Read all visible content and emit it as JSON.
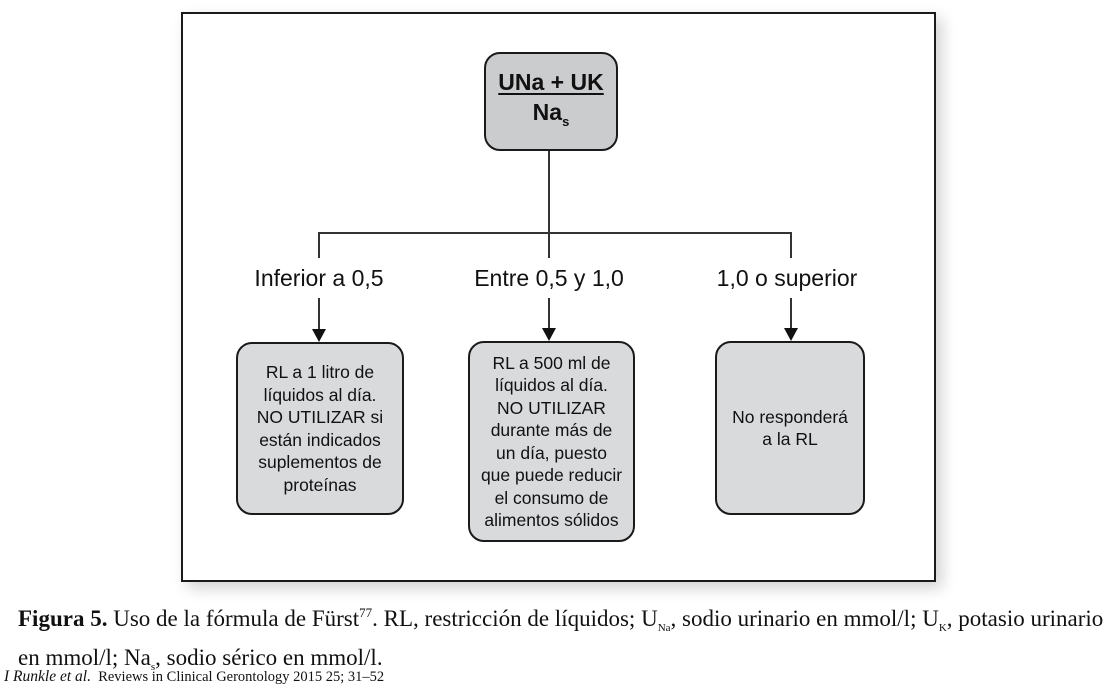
{
  "figure": {
    "top_node": {
      "numerator": "UNa + UK",
      "denominator_base": "Na",
      "denominator_sub": "s"
    },
    "branches": [
      {
        "condition": "Inferior a 0,5",
        "result_lines": [
          "RL a 1 litro de",
          "líquidos al día.",
          "NO UTILIZAR si",
          "están indicados",
          "suplementos de",
          "proteínas"
        ]
      },
      {
        "condition": "Entre 0,5 y 1,0",
        "result_lines": [
          "RL a 500 ml de",
          "líquidos al día.",
          "NO UTILIZAR",
          "durante más de",
          "un día, puesto",
          "que puede reducir",
          "el consumo de",
          "alimentos sólidos"
        ]
      },
      {
        "condition": "1,0 o superior",
        "result_lines": [
          "No responderá",
          "a la RL"
        ]
      }
    ]
  },
  "caption": {
    "label": "Figura 5.",
    "text_1": " Uso de la fórmula de Fürst",
    "ref": "77",
    "text_2": ". RL, restricción de líquidos; U",
    "sub_na": "Na",
    "text_3": ", sodio urinario en mmol/l; U",
    "sub_k": "K",
    "text_4": ", potasio urinario en mmol/l; Na",
    "sub_s": "s",
    "text_5": ", sodio sérico en mmol/l."
  },
  "citation": {
    "authors": "I Runkle et al.",
    "source": "Reviews in Clinical Gerontology 2015 25; 31–52"
  }
}
